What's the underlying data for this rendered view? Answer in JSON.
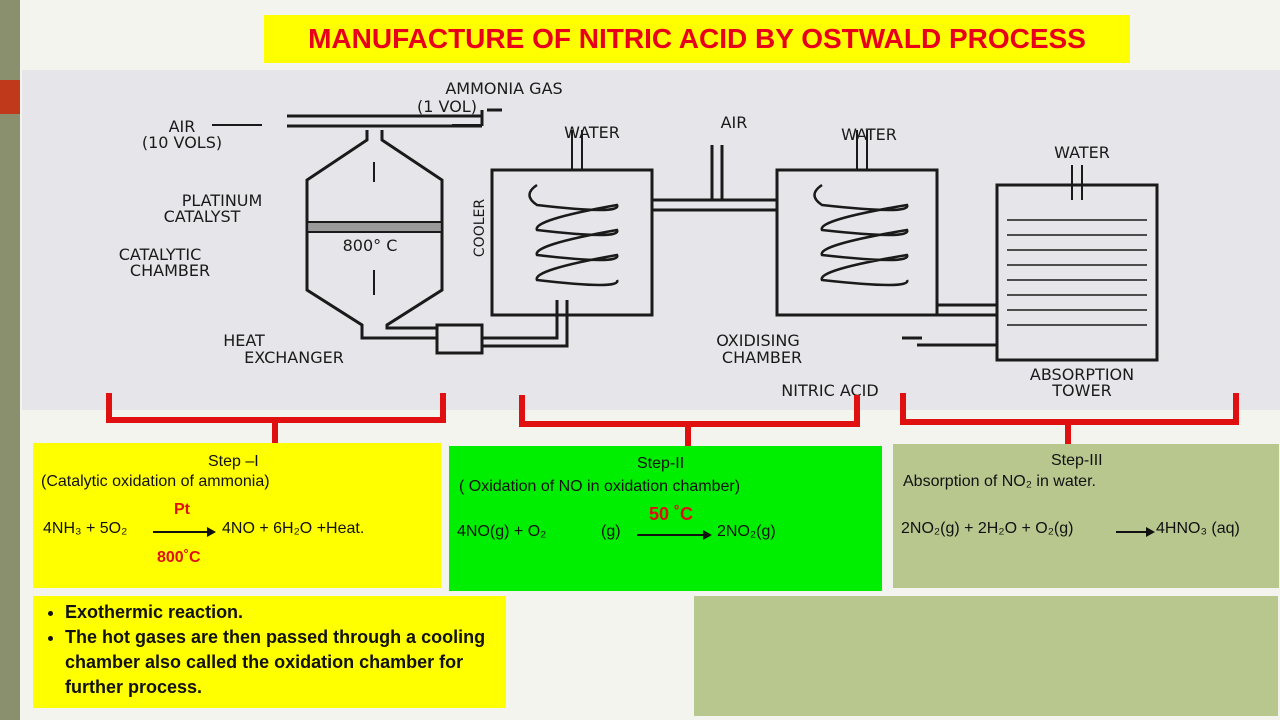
{
  "title": "MANUFACTURE OF NITRIC ACID BY OSTWALD PROCESS",
  "diagram": {
    "ammonia_gas": "AMMONIA GAS",
    "ammonia_vol": "(1 VOL)",
    "air_left": "AIR",
    "air_vols": "(10 VOLS)",
    "platinum": "PLATINUM",
    "catalyst": "CATALYST",
    "temp": "800° C",
    "catalytic": "CATALYTIC",
    "chamber": "CHAMBER",
    "heat": "HEAT",
    "exchanger": "EXCHANGER",
    "water1": "WATER",
    "cooler": "COOLER",
    "air_mid": "AIR",
    "water2": "WATER",
    "oxidising": "OXIDISING",
    "ox_chamber": "CHAMBER",
    "water3": "WATER",
    "absorption": "ABSORPTION",
    "tower": "TOWER",
    "nitric_acid": "NITRIC ACID"
  },
  "step1": {
    "title": "Step –I",
    "desc": "(Catalytic oxidation of ammonia)",
    "eq_left": "4NH₃ + 5O₂",
    "catalyst": "Pt",
    "eq_right": "4NO + 6H₂O +Heat.",
    "condition": "800˚C"
  },
  "step2": {
    "title": "Step-II",
    "desc": "( Oxidation of NO in oxidation chamber)",
    "eq_left": "4NO(g) + O₂",
    "eq_state": "(g)",
    "condition": "50 ˚C",
    "eq_right": "2NO₂(g)"
  },
  "step3": {
    "title": "Step-III",
    "desc": "Absorption of NO₂ in water.",
    "eq_left": "2NO₂(g) + 2H₂O + O₂(g)",
    "eq_right": "4HNO₃ (aq)"
  },
  "notes": [
    "Exothermic reaction.",
    "The hot gases are then passed through a cooling chamber also called the oxidation chamber for further process."
  ],
  "colors": {
    "title_bg": "#ffff00",
    "title_text": "#e8001a",
    "step1_bg": "#ffff00",
    "step2_bg": "#00ee00",
    "step3_bg": "#b8c78e",
    "brace": "#e01010"
  }
}
